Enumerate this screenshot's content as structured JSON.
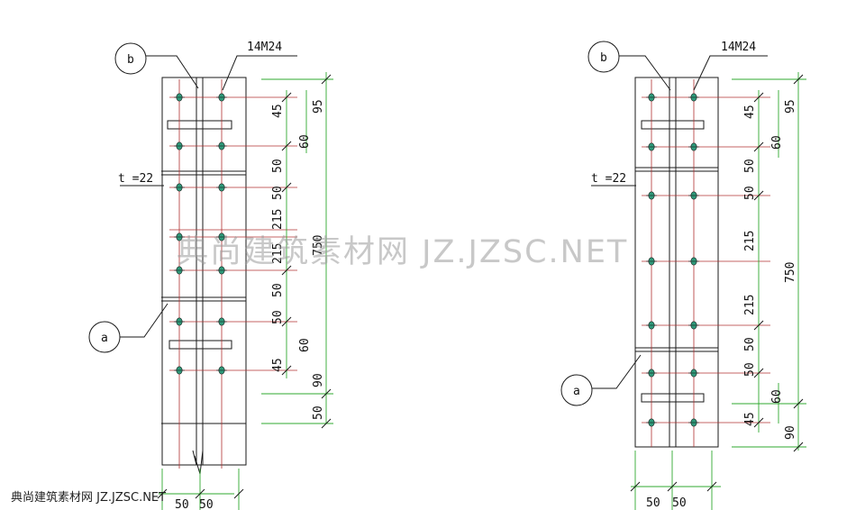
{
  "labels": {
    "callout_b": "b",
    "callout_a": "a",
    "bolts": "14M24",
    "plate_thickness": "t =22"
  },
  "left_view": {
    "dims_inner": [
      "45",
      "60",
      "50",
      "50",
      "215",
      "215",
      "50",
      "50",
      "60",
      "45"
    ],
    "dims_mid": [
      "95",
      "750",
      "90"
    ],
    "dim_extra": "50",
    "dims_bottom": [
      "50",
      "50"
    ]
  },
  "right_view": {
    "dims_inner": [
      "45",
      "60",
      "50",
      "50",
      "215",
      "215",
      "50",
      "50",
      "60",
      "45"
    ],
    "dims_mid": [
      "95",
      "750",
      "90"
    ],
    "dims_bottom": [
      "50",
      "50"
    ]
  },
  "watermark": {
    "main": "典尚建筑素材网 JZ.JZSC.NET",
    "footer": "典尚建筑素材网 JZ.JZSC.NET"
  },
  "colors": {
    "outline": "#1a1a1a",
    "dim_line": "#2fa82f",
    "center_line": "#b03030",
    "bolt": "#2f9a7a"
  }
}
